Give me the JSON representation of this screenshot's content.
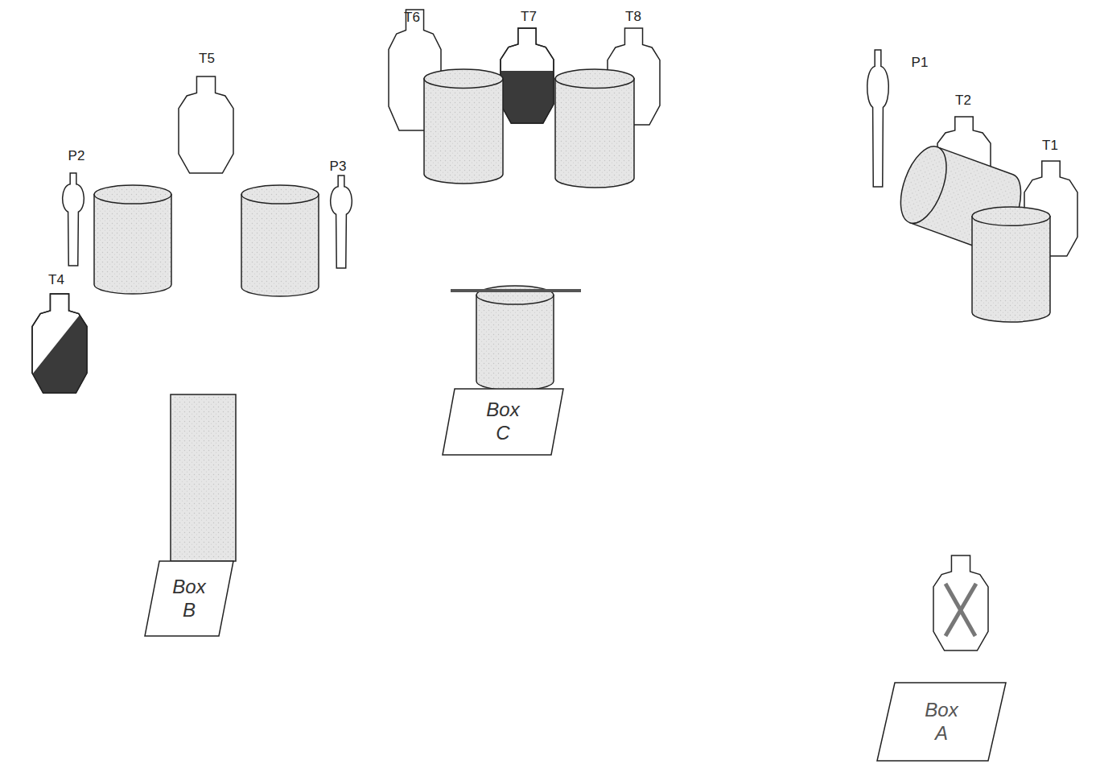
{
  "diagram": {
    "nodes": [
      {
        "text": [
          "Box C"
        ]
      },
      {
        "text": [
          "Box B"
        ]
      },
      {
        "text": [
          "Box A"
        ]
      }
    ],
    "labels": [
      "T6",
      "T7",
      "T8",
      "T5",
      "P1",
      "T2",
      "T1",
      "P2",
      "P3",
      "T4"
    ]
  }
}
